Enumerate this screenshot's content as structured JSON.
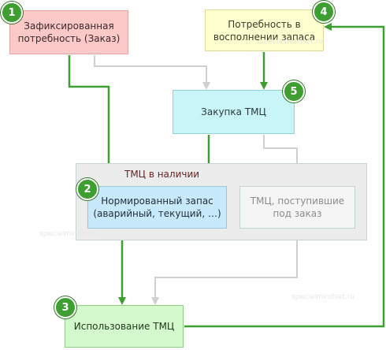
{
  "colors": {
    "green_arrow": "#3f9e31",
    "gray_arrow": "#cfcfcf",
    "badge": "#3f9e31"
  },
  "boxes": {
    "fixed_demand": "Зафиксированная потребность (Заказ)",
    "replenish_need": "Потребность в восполнении запаса",
    "purchase": "Закупка ТМЦ",
    "in_stock_group": "ТМЦ в наличии",
    "normalized_stock": "Нормированный запас (аварийный, текущий, …)",
    "received_for_order": "ТМЦ, поступившие под заказ",
    "usage": "Использование ТМЦ"
  },
  "badges": {
    "fixed_demand": "1",
    "normalized_stock": "2",
    "usage": "3",
    "replenish_need": "4",
    "purchase": "5"
  },
  "watermark": "specialmindset.ru"
}
